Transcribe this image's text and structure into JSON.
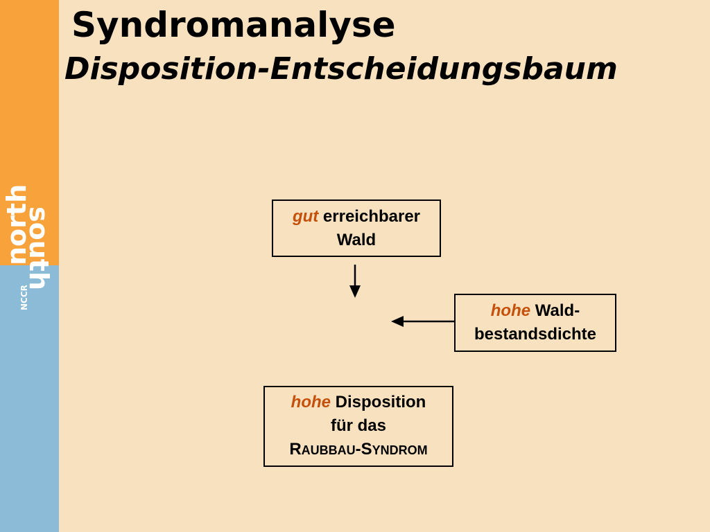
{
  "slide": {
    "title": "Syndromanalyse",
    "subtitle": "Disposition-Entscheidungsbaum"
  },
  "logo": {
    "word1": "north",
    "word2": "south",
    "acronym": "NCCR"
  },
  "nodes": {
    "forest": {
      "highlight": "gut",
      "line1_rest": " erreichbarer",
      "line2": "Wald"
    },
    "density": {
      "highlight": "hohe",
      "line1_rest": " Wald-",
      "line2": "bestandsdichte"
    },
    "result": {
      "highlight": "hohe",
      "line1_rest": " Disposition",
      "line2": "für das",
      "syndrome_a_initial": "R",
      "syndrome_a_rest": "AUBBAU",
      "syndrome_dash": "-",
      "syndrome_b_initial": "S",
      "syndrome_b_rest": "YNDROM"
    }
  },
  "colors": {
    "background": "#f8e1bf",
    "sidebar_orange": "#f8a23c",
    "sidebar_blue": "#8bbbd6",
    "highlight_text": "#c5500a",
    "logo_text": "#ffffff"
  }
}
